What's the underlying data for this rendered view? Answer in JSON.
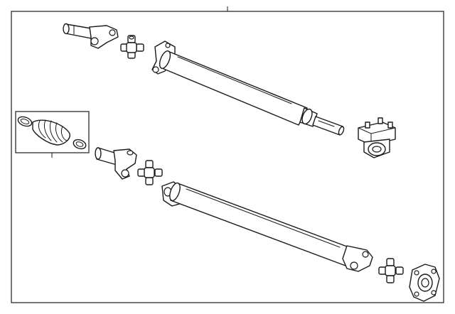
{
  "diagram": {
    "parts": [
      {
        "name": "front-slip-yoke"
      },
      {
        "name": "front-universal-joint"
      },
      {
        "name": "front-drive-shaft"
      },
      {
        "name": "boot-kit"
      },
      {
        "name": "center-bearing"
      },
      {
        "name": "middle-slip-yoke"
      },
      {
        "name": "middle-universal-joint"
      },
      {
        "name": "rear-drive-shaft"
      },
      {
        "name": "rear-universal-joint"
      },
      {
        "name": "pinion-flange"
      }
    ]
  }
}
